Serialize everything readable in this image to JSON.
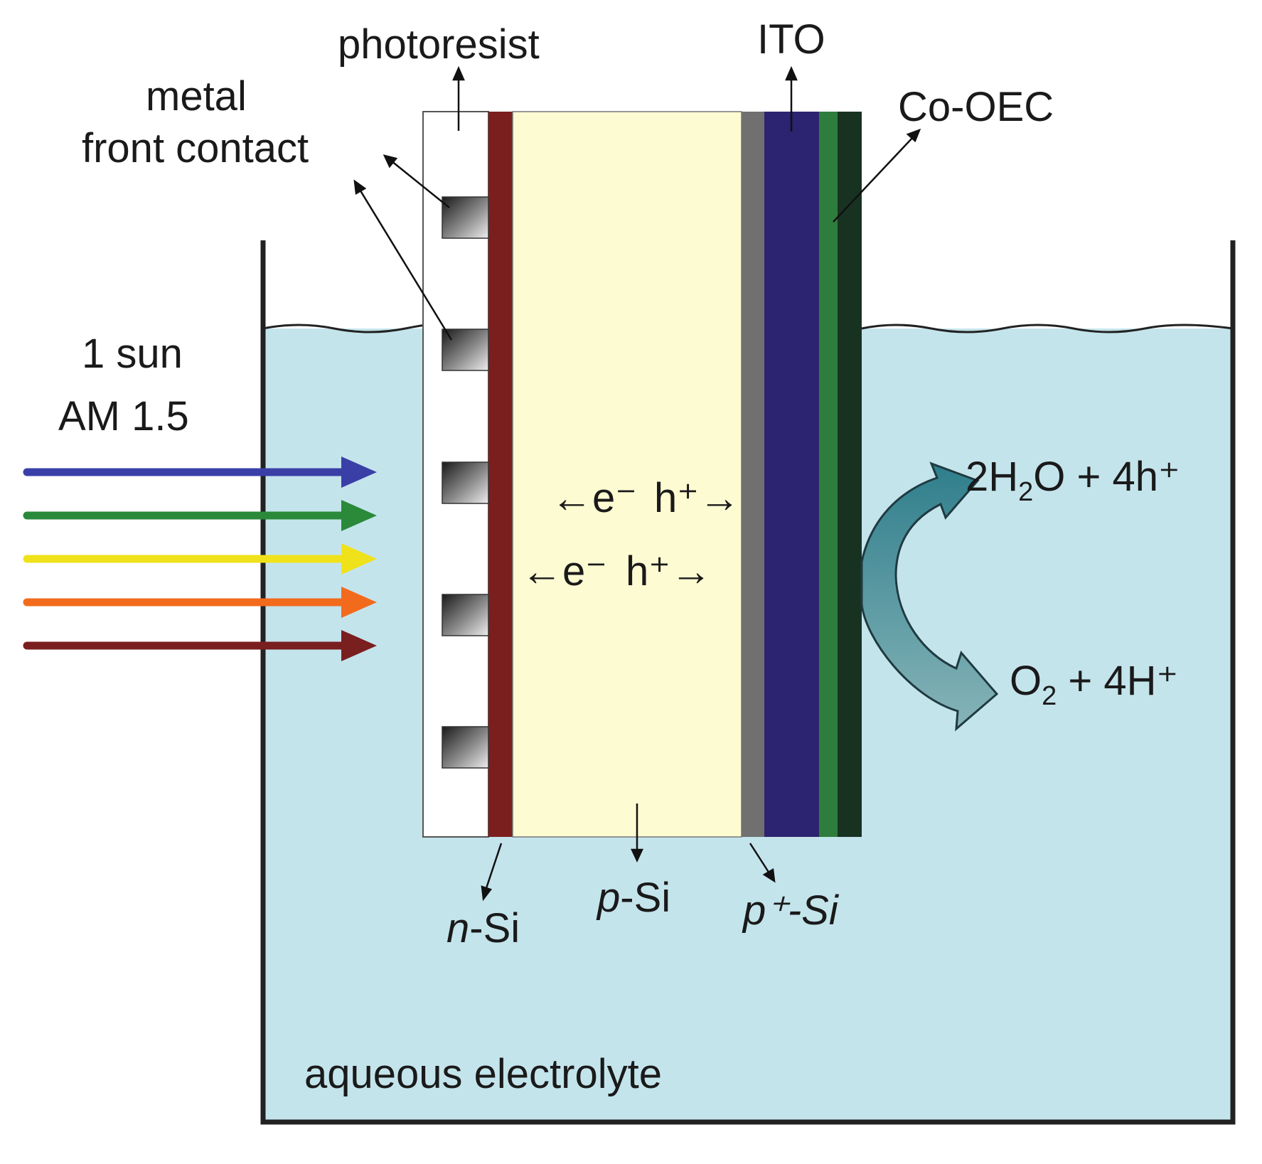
{
  "labels": {
    "photoresist": "photoresist",
    "metal_line1": "metal",
    "metal_line2": "front contact",
    "ito": "ITO",
    "co_oec": "Co-OEC",
    "sun_line1": "1 sun",
    "sun_line2": "AM 1.5",
    "carrier_upper_left": "←e⁻",
    "carrier_upper_right": "h⁺→",
    "carrier_lower_left": "←e⁻",
    "carrier_lower_right": "h⁺→",
    "water_lhs_a": "2H",
    "water_lhs_sub": "2",
    "water_lhs_b": "O + 4h⁺",
    "oxygen_a": "O",
    "oxygen_sub": "2",
    "oxygen_b": " + 4H⁺",
    "n_si_ital": "n",
    "n_si_rest": "-Si",
    "p_si_ital": "p",
    "p_si_rest": "-Si",
    "pp_si": "p⁺-Si",
    "electrolyte": "aqueous electrolyte"
  },
  "colors": {
    "electrolyte": "#c4e4ec",
    "p_si": "#fdfbd2",
    "n_si": "#7b1f1e",
    "pp_si": "#707070",
    "ito": "#2c2470",
    "co_oec_green": "#2f7d3c",
    "co_oec_dark": "#183222",
    "reaction_arrow_top": "#2f7e8c",
    "reaction_arrow_bottom": "#7fb0b5"
  },
  "light_rays": [
    {
      "name": "ray-violet",
      "color": "#3a3fa8"
    },
    {
      "name": "ray-green",
      "color": "#2a8a3a"
    },
    {
      "name": "ray-yellow",
      "color": "#f0e21a"
    },
    {
      "name": "ray-orange",
      "color": "#f26b1d"
    },
    {
      "name": "ray-darkred",
      "color": "#7a1f1f"
    }
  ]
}
